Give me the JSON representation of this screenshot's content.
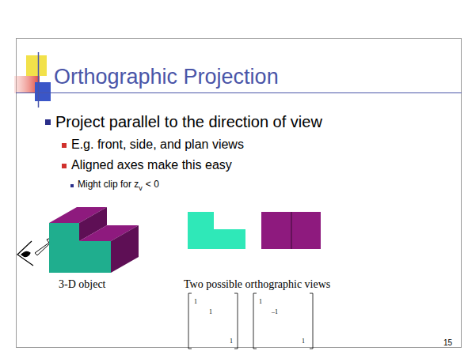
{
  "diagram": {
    "title": "Orthographic Projection",
    "labels": [
      "Project parallel to the direction of view",
      "E.g. front, side, and plan views",
      "Aligned axes make this easy",
      "Might clip for z",
      "v",
      "< 0",
      "3-D object",
      "Two possible orthographic views",
      "1",
      "1",
      "1",
      "1",
      "–1",
      "1",
      "15"
    ]
  }
}
